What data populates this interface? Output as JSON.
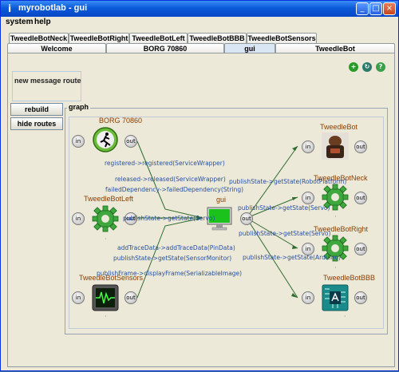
{
  "window": {
    "title": "myrobotlab - gui"
  },
  "menu": [
    "system",
    "help"
  ],
  "tabs_row1": [
    "TweedleBotNeck",
    "TweedleBotRight",
    "TweedleBotLeft",
    "TweedleBotBBB",
    "TweedleBotSensors"
  ],
  "tabs_row2": [
    "Welcome",
    "BORG 70860",
    "gui",
    "TweedleBot"
  ],
  "selected_tab": "gui",
  "panel": {
    "route_label": "new message route",
    "rebuild_label": "rebuild",
    "hide_routes_label": "hide routes",
    "graph_label": "graph"
  },
  "nodes": {
    "borg": {
      "name": "BORG 70860",
      "icon": "running-man-icon"
    },
    "left": {
      "name": "TweedleBotLeft",
      "icon": "gear-icon"
    },
    "sensors": {
      "name": "TweedleBotSensors",
      "icon": "oscilloscope-icon"
    },
    "gui": {
      "name": "gui",
      "icon": "monitor-icon"
    },
    "tweedlebot": {
      "name": "TweedleBot",
      "icon": "robot-photo-icon"
    },
    "neck": {
      "name": "TweedleBotNeck",
      "icon": "gear-icon"
    },
    "right": {
      "name": "TweedleBotRight",
      "icon": "gear-icon"
    },
    "bbb": {
      "name": "TweedleBotBBB",
      "icon": "circuit-board-icon"
    }
  },
  "port_in": "in",
  "port_out": "out",
  "edges": {
    "e1": "registered->registered(ServiceWrapper)",
    "e2": "released->released(ServiceWrapper)",
    "e3": "failedDependency->failedDependency(String)",
    "e4": "publishState->getState(Servo)",
    "e5": "addTraceData->addTraceData(PinData)",
    "e6": "publishState->getState(SensorMonitor)",
    "e7": "publishFrame->displayFrame(SerializableImage)",
    "e8": "publishState->getState(RobotPlatform)",
    "e9": "publishState->getState(Servo)",
    "e10": "publishState->getState(Servo)",
    "e11": "publishState->getState(Arduino)"
  },
  "colors": {
    "title_blue": "#0a5bd8",
    "edge_green": "#2e6b2e",
    "label_blue": "#2850a0",
    "name_brown": "#8a3d00"
  }
}
